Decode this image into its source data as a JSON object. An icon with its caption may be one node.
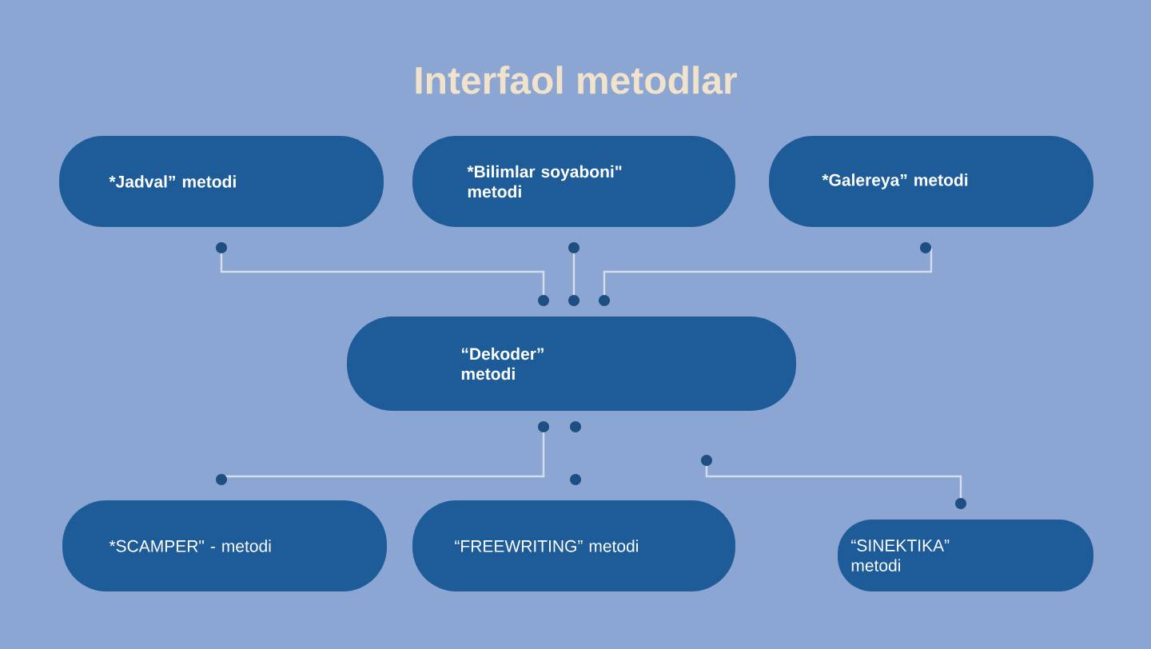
{
  "diagram": {
    "title": "Interfaol metodlar",
    "nodes": [
      {
        "text": [
          "*Jadval” metodi"
        ]
      },
      {
        "text": [
          "*Bilimlar soyaboni\" metodi"
        ]
      },
      {
        "text": [
          "*Galereya” metodi"
        ]
      },
      {
        "text": [
          "“Dekoder” metodi"
        ]
      },
      {
        "text": [
          "*SCAMPER\" -  metodi"
        ]
      },
      {
        "text": [
          "“FREEWRITING” metodi"
        ]
      },
      {
        "text": [
          "“SINEKTIKA” metodi"
        ]
      }
    ],
    "edges": [
      {
        "from": 0,
        "to": 3,
        "arrow": "none"
      },
      {
        "from": 1,
        "to": 3,
        "arrow": "none"
      },
      {
        "from": 2,
        "to": 3,
        "arrow": "none"
      },
      {
        "from": 3,
        "to": 4,
        "arrow": "none"
      },
      {
        "from": null,
        "to": 6,
        "arrow": "none"
      }
    ]
  }
}
